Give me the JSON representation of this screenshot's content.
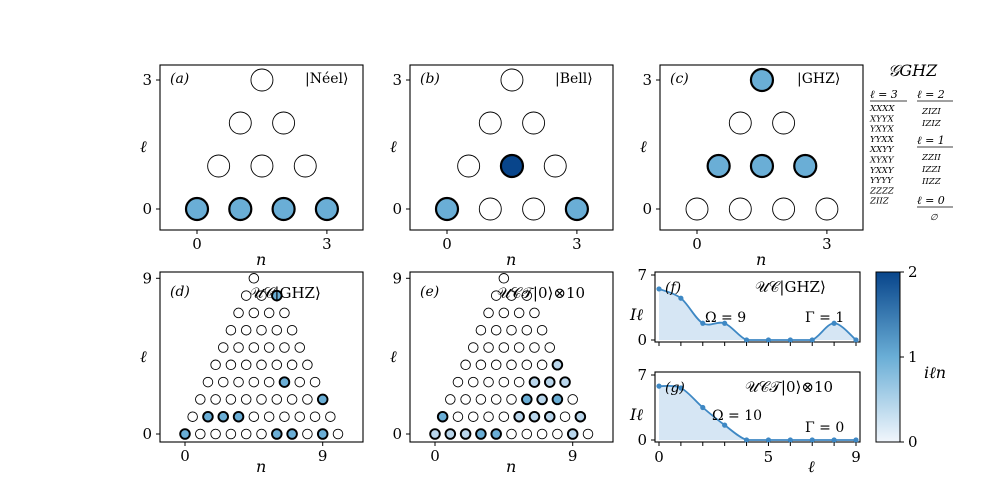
{
  "colors": {
    "empty": "#ffffff",
    "light": "#b9d6ec",
    "mid": "#6aaed6",
    "dark": "#08458b",
    "curve": "#3e88c4",
    "fill": "#d6e6f4"
  },
  "axes": {
    "x_label": "n",
    "y_label": "ℓ",
    "x_label_f": "ℓ",
    "y_label_f": "Iℓ"
  },
  "panels": [
    {
      "tag": "(a)",
      "title": "|Néel⟩",
      "x_ticks": [
        "0",
        "3"
      ],
      "y_ticks": [
        "0",
        "3"
      ]
    },
    {
      "tag": "(b)",
      "title": "|Bell⟩",
      "x_ticks": [
        "0",
        "3"
      ],
      "y_ticks": [
        "0",
        "3"
      ]
    },
    {
      "tag": "(c)",
      "title": "|GHZ⟩",
      "x_ticks": [
        "0",
        "3"
      ],
      "y_ticks": [
        "0",
        "3"
      ]
    },
    {
      "tag": "(d)",
      "title": "𝒰𝒞|GHZ⟩",
      "x_ticks": [
        "0",
        "9"
      ],
      "y_ticks": [
        "0",
        "9"
      ]
    },
    {
      "tag": "(e)",
      "title": "𝒰𝒞𝒯|0⟩⊗10",
      "x_ticks": [
        "0",
        "9"
      ],
      "y_ticks": [
        "0",
        "9"
      ]
    }
  ],
  "line_panels": [
    {
      "tag": "(f)",
      "title": "𝒰𝒞|GHZ⟩",
      "omega": "Ω = 9",
      "gamma": "Γ = 1",
      "y_ticks": [
        "0",
        "7"
      ],
      "x_ticks": []
    },
    {
      "tag": "(g)",
      "title": "𝒰𝒞𝒯|0⟩⊗10",
      "omega": "Ω = 10",
      "gamma": "Γ = 0",
      "y_ticks": [
        "0",
        "7"
      ],
      "x_ticks": [
        "0",
        "5",
        "9"
      ]
    }
  ],
  "colorbar": {
    "label": "iℓn",
    "ticks": [
      "0",
      "1",
      "2"
    ]
  },
  "ghz_list": {
    "title": "𝒢GHZ",
    "col1_head": "ℓ = 3",
    "col1": [
      "XXXX",
      "XYYX",
      "YXYX",
      "YYXX",
      "XXYY",
      "XYXY",
      "YXXY",
      "YYYY",
      "ZZZZ",
      "ZIIZ"
    ],
    "col2_head1": "ℓ = 2",
    "col2_a": [
      "ZIZI",
      "IZIZ"
    ],
    "col2_head2": "ℓ = 1",
    "col2_b": [
      "ZZII",
      "IZZI",
      "IIZZ"
    ],
    "col2_head3": "ℓ = 0",
    "col2_c": [
      "∅"
    ]
  },
  "chart_data": [
    {
      "type": "scatter",
      "panel": "(a)",
      "N": 4,
      "rows": [
        [
          "m",
          "m",
          "m",
          "m"
        ],
        [
          "e",
          "e",
          "e"
        ],
        [
          "e",
          "e"
        ],
        [
          "e"
        ]
      ]
    },
    {
      "type": "scatter",
      "panel": "(b)",
      "N": 4,
      "rows": [
        [
          "m",
          "e",
          "e",
          "m"
        ],
        [
          "e",
          "d",
          "e"
        ],
        [
          "e",
          "e"
        ],
        [
          "e"
        ]
      ]
    },
    {
      "type": "scatter",
      "panel": "(c)",
      "N": 4,
      "rows": [
        [
          "e",
          "e",
          "e",
          "e"
        ],
        [
          "m",
          "m",
          "m"
        ],
        [
          "e",
          "e"
        ],
        [
          "m"
        ]
      ]
    },
    {
      "type": "scatter",
      "panel": "(d)",
      "N": 10,
      "rows": [
        [
          "m",
          "e",
          "e",
          "e",
          "e",
          "e",
          "m",
          "m",
          "e",
          "m",
          "e"
        ],
        [
          "e",
          "m",
          "m",
          "m",
          "e",
          "e",
          "e",
          "e",
          "e",
          "e"
        ],
        [
          "e",
          "e",
          "e",
          "e",
          "e",
          "e",
          "e",
          "e",
          "m"
        ],
        [
          "e",
          "e",
          "e",
          "e",
          "e",
          "m",
          "e",
          "e"
        ],
        [
          "e",
          "e",
          "e",
          "e",
          "e",
          "e",
          "e"
        ],
        [
          "e",
          "e",
          "e",
          "e",
          "e",
          "e"
        ],
        [
          "e",
          "e",
          "e",
          "e",
          "e"
        ],
        [
          "e",
          "e",
          "e",
          "e"
        ],
        [
          "e",
          "e",
          "m"
        ],
        [
          "e"
        ]
      ]
    },
    {
      "type": "scatter",
      "panel": "(e)",
      "N": 10,
      "rows": [
        [
          "l",
          "l",
          "l",
          "m",
          "m",
          "e",
          "e",
          "e",
          "e",
          "l",
          "e"
        ],
        [
          "m",
          "e",
          "e",
          "e",
          "e",
          "l",
          "l",
          "l",
          "e",
          "l"
        ],
        [
          "e",
          "e",
          "e",
          "e",
          "e",
          "m",
          "l",
          "m",
          "e"
        ],
        [
          "e",
          "e",
          "e",
          "e",
          "e",
          "l",
          "l",
          "l"
        ],
        [
          "e",
          "e",
          "e",
          "e",
          "e",
          "e",
          "l"
        ],
        [
          "e",
          "e",
          "e",
          "e",
          "e",
          "e"
        ],
        [
          "e",
          "e",
          "e",
          "e",
          "e"
        ],
        [
          "e",
          "e",
          "e",
          "e"
        ],
        [
          "e",
          "e",
          "e"
        ],
        [
          "e"
        ]
      ]
    },
    {
      "type": "line",
      "panel": "(f)",
      "x": [
        0,
        1,
        2,
        3,
        4,
        5,
        6,
        7,
        8,
        9
      ],
      "y": [
        5.5,
        4.5,
        1.8,
        1.8,
        0,
        0,
        0,
        0,
        1.8,
        0
      ],
      "xlim": [
        0,
        9
      ],
      "ylim": [
        0,
        7
      ]
    },
    {
      "type": "line",
      "panel": "(g)",
      "x": [
        0,
        1,
        2,
        3,
        4,
        5,
        6,
        7,
        8,
        9
      ],
      "y": [
        5.8,
        5.6,
        3.5,
        1.6,
        0,
        0,
        0,
        0,
        0,
        0
      ],
      "xlim": [
        0,
        9
      ],
      "ylim": [
        0,
        7
      ]
    }
  ]
}
